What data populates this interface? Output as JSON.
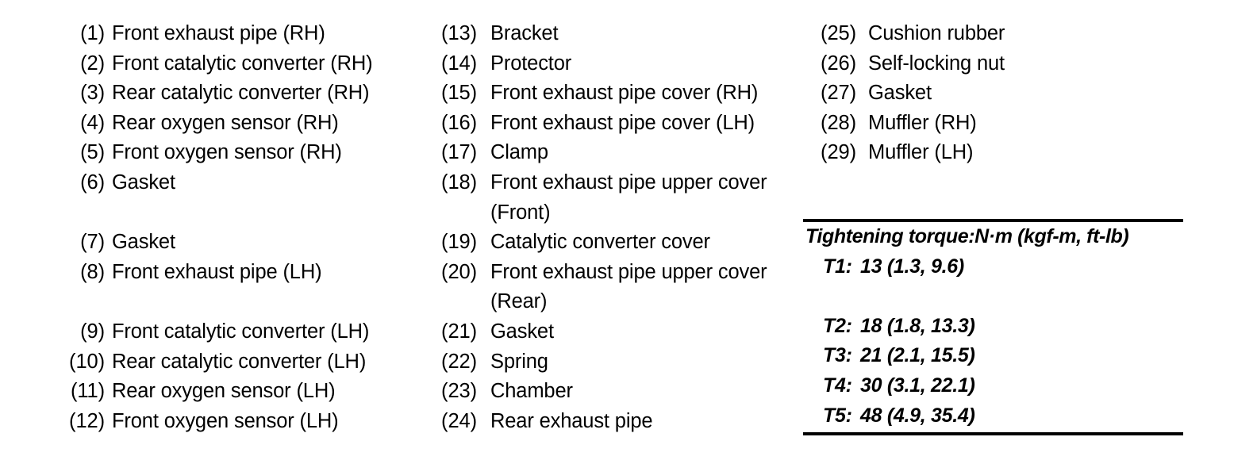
{
  "legend": {
    "columns": [
      {
        "name": "column-1",
        "rows": [
          {
            "num": "(1)",
            "label": "Front exhaust pipe (RH)"
          },
          {
            "num": "(2)",
            "label": "Front catalytic converter (RH)"
          },
          {
            "num": "(3)",
            "label": "Rear catalytic converter (RH)"
          },
          {
            "num": "(4)",
            "label": "Rear oxygen sensor (RH)"
          },
          {
            "num": "(5)",
            "label": "Front oxygen sensor (RH)"
          },
          {
            "num": "(6)",
            "label": "Gasket"
          },
          {
            "spacer": true
          },
          {
            "num": "(7)",
            "label": "Gasket"
          },
          {
            "num": "(8)",
            "label": "Front exhaust pipe (LH)"
          },
          {
            "spacer": true
          },
          {
            "num": "(9)",
            "label": "Front catalytic converter (LH)"
          },
          {
            "num": "(10)",
            "label": "Rear catalytic converter (LH)"
          },
          {
            "num": "(11)",
            "label": "Rear oxygen sensor (LH)"
          },
          {
            "num": "(12)",
            "label": "Front oxygen sensor (LH)"
          }
        ]
      },
      {
        "name": "column-2",
        "rows": [
          {
            "num": "(13)",
            "label": "Bracket"
          },
          {
            "num": "(14)",
            "label": "Protector"
          },
          {
            "num": "(15)",
            "label": "Front exhaust pipe cover (RH)"
          },
          {
            "num": "(16)",
            "label": "Front exhaust pipe cover (LH)"
          },
          {
            "num": "(17)",
            "label": "Clamp"
          },
          {
            "num": "(18)",
            "label": "Front exhaust pipe upper cover\n(Front)",
            "wrap": true
          },
          {
            "num": "(19)",
            "label": "Catalytic converter cover"
          },
          {
            "num": "(20)",
            "label": "Front exhaust pipe upper cover\n(Rear)",
            "wrap": true
          },
          {
            "num": "(21)",
            "label": "Gasket"
          },
          {
            "num": "(22)",
            "label": "Spring"
          },
          {
            "num": "(23)",
            "label": "Chamber"
          },
          {
            "num": "(24)",
            "label": "Rear exhaust pipe"
          }
        ]
      },
      {
        "name": "column-3",
        "rows": [
          {
            "num": "(25)",
            "label": "Cushion rubber"
          },
          {
            "num": "(26)",
            "label": "Self-locking nut"
          },
          {
            "num": "(27)",
            "label": "Gasket"
          },
          {
            "num": "(28)",
            "label": "Muffler (RH)"
          },
          {
            "num": "(29)",
            "label": "Muffler (LH)"
          }
        ]
      }
    ]
  },
  "torque": {
    "title": "Tightening torque:N·m (kgf-m, ft-lb)",
    "rows": [
      {
        "key": "T1:",
        "value": "13 (1.3, 9.6)"
      },
      {
        "spacer": true
      },
      {
        "key": "T2:",
        "value": "18 (1.8, 13.3)"
      },
      {
        "key": "T3:",
        "value": "21 (2.1, 15.5)"
      },
      {
        "key": "T4:",
        "value": "30 (3.1, 22.1)"
      },
      {
        "key": "T5:",
        "value": "48 (4.9, 35.4)"
      }
    ]
  },
  "colors": {
    "ink": "#000000",
    "background": "#ffffff"
  }
}
